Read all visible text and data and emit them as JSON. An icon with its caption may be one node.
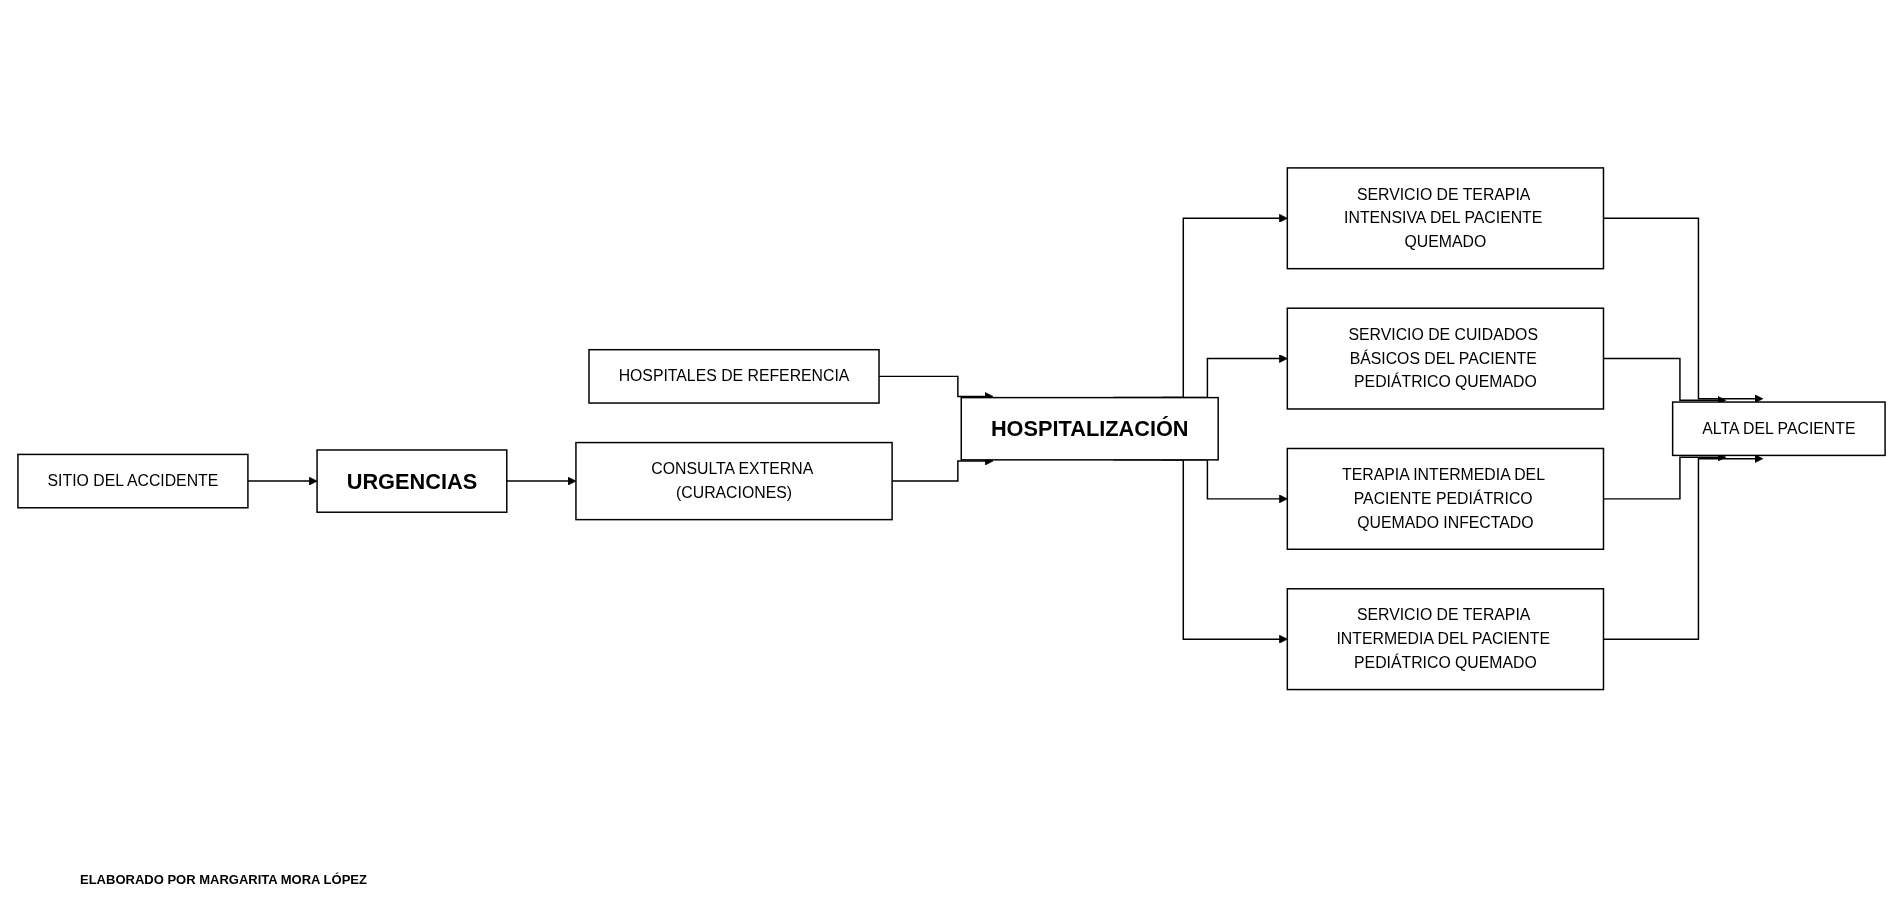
{
  "diagram": {
    "nodes": [
      {
        "text": [
          "SITIO DEL ACCIDENTE"
        ]
      },
      {
        "text": [
          "HOSPITALES DE REFERENCIA"
        ]
      },
      {
        "text": [
          "URGENCIAS"
        ]
      },
      {
        "text": [
          "HOSPITALIZACIÓN"
        ]
      },
      {
        "text": [
          "CONSULTA EXTERNA (CURACIONES)"
        ]
      },
      {
        "text": [
          "SERVICIO DE TERAPIA INTENSIVA DEL PACIENTE QUEMADO"
        ]
      },
      {
        "text": [
          "SERVICIO DE CUIDADOS BÁSICOS DEL PACIENTE PEDIÁTRICO QUEMADO"
        ]
      },
      {
        "text": [
          "TERAPIA INTERMEDIA DEL PACIENTE PEDIÁTRICO QUEMADO INFECTADO"
        ]
      },
      {
        "text": [
          "SERVICIO DE TERAPIA INTERMEDIA DEL PACIENTE PEDIÁTRICO QUEMADO"
        ]
      },
      {
        "text": [
          "ALTA DEL PACIENTE"
        ]
      }
    ],
    "edges": [
      {
        "from": 0,
        "to": 2,
        "arrow": "to"
      },
      {
        "from": 2,
        "to": 4,
        "arrow": "to"
      },
      {
        "from": 1,
        "to": 3,
        "arrow": "to"
      },
      {
        "from": 4,
        "to": 3,
        "arrow": "to"
      },
      {
        "from": 3,
        "to": 5,
        "arrow": "to"
      },
      {
        "from": 3,
        "to": 6,
        "arrow": "to"
      },
      {
        "from": 3,
        "to": 7,
        "arrow": "to"
      },
      {
        "from": 3,
        "to": 8,
        "arrow": "to"
      },
      {
        "from": 5,
        "to": 9,
        "arrow": "to"
      },
      {
        "from": 6,
        "to": 9,
        "arrow": "to"
      },
      {
        "from": 7,
        "to": 9,
        "arrow": "to"
      },
      {
        "from": 8,
        "to": 9,
        "arrow": "to"
      }
    ],
    "labels": [
      "ELABORADO POR MARGARITA MORA LÓPEZ"
    ]
  }
}
